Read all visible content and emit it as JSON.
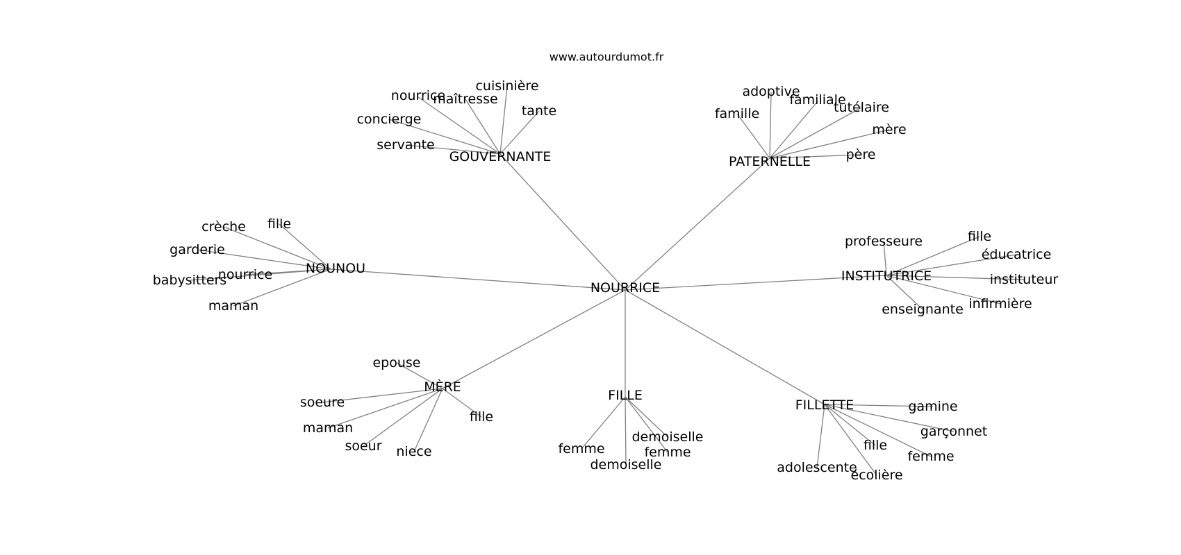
{
  "site": "www.autourdumot.fr",
  "center": "NOURRICE",
  "clusters": [
    {
      "hub": "GOUVERNANTE",
      "leaves": [
        "cuisinière",
        "nourrice",
        "maîtresse",
        "tante",
        "concierge",
        "servante"
      ]
    },
    {
      "hub": "PATERNELLE",
      "leaves": [
        "adoptive",
        "familiale",
        "tutélaire",
        "famille",
        "mère",
        "père"
      ]
    },
    {
      "hub": "NOUNOU",
      "leaves": [
        "crèche",
        "fille",
        "garderie",
        "nourrice",
        "babysitters",
        "maman"
      ]
    },
    {
      "hub": "INSTITUTRICE",
      "leaves": [
        "professeure",
        "fille",
        "éducatrice",
        "instituteur",
        "infirmière",
        "enseignante"
      ]
    },
    {
      "hub": "MÈRE",
      "leaves": [
        "epouse",
        "soeure",
        "maman",
        "soeur",
        "niece",
        "fille"
      ]
    },
    {
      "hub": "FILLE",
      "leaves": [
        "femme",
        "demoiselle",
        "femme",
        "demoiselle"
      ]
    },
    {
      "hub": "FILLETTE",
      "leaves": [
        "gamine",
        "garçonnet",
        "fille",
        "femme",
        "adolescente",
        "écolière"
      ]
    }
  ]
}
